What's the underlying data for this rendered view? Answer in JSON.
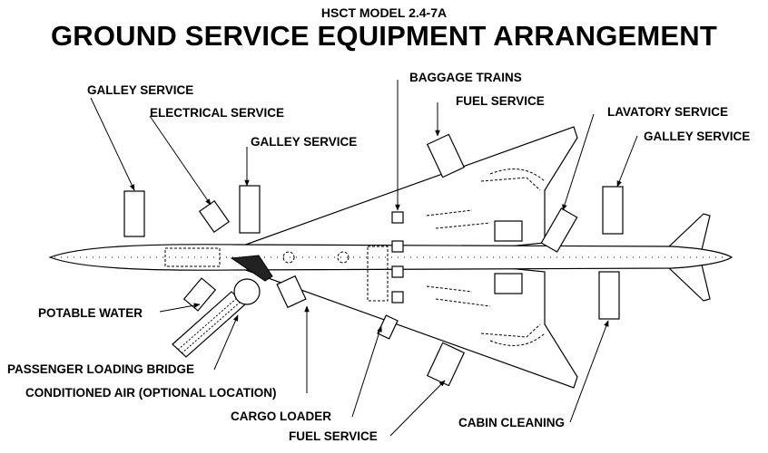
{
  "header": {
    "subtitle": "HSCT MODEL 2.4-7A",
    "title": "GROUND SERVICE EQUIPMENT ARRANGEMENT"
  },
  "labels": {
    "galley_service_1": "GALLEY SERVICE",
    "electrical_service": "ELECTRICAL SERVICE",
    "galley_service_2": "GALLEY SERVICE",
    "baggage_trains": "BAGGAGE TRAINS",
    "fuel_service_top": "FUEL SERVICE",
    "lavatory_service": "LAVATORY SERVICE",
    "galley_service_3": "GALLEY SERVICE",
    "potable_water": "POTABLE WATER",
    "passenger_loading_bridge": "PASSENGER LOADING BRIDGE",
    "conditioned_air": "CONDITIONED AIR (OPTIONAL LOCATION)",
    "cargo_loader": "CARGO LOADER",
    "fuel_service_bottom": "FUEL SERVICE",
    "cabin_cleaning": "CABIN CLEANING"
  }
}
